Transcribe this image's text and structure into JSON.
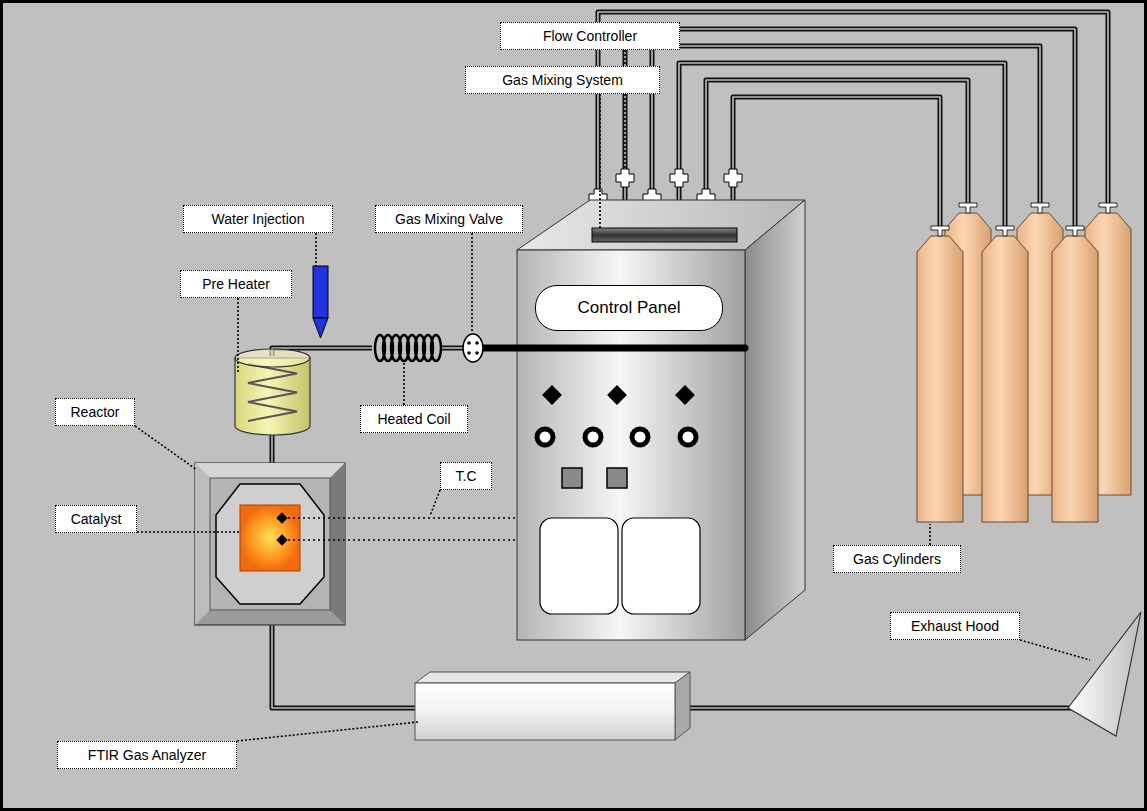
{
  "diagram": {
    "nodes": [
      {
        "text": [
          "Flow Controller"
        ]
      },
      {
        "text": [
          "Gas Mixing System"
        ]
      },
      {
        "text": [
          "Water Injection"
        ]
      },
      {
        "text": [
          "Gas Mixing Valve"
        ]
      },
      {
        "text": [
          "Pre Heater"
        ]
      },
      {
        "text": [
          "Control Panel"
        ]
      },
      {
        "text": [
          "Heated Coil"
        ]
      },
      {
        "text": [
          "Reactor"
        ]
      },
      {
        "text": [
          "T.C"
        ]
      },
      {
        "text": [
          "Catalyst"
        ]
      },
      {
        "text": [
          "Gas Cylinders"
        ]
      },
      {
        "text": [
          "Exhaust Hood"
        ]
      },
      {
        "text": [
          "FTIR Gas Analyzer"
        ]
      }
    ]
  }
}
